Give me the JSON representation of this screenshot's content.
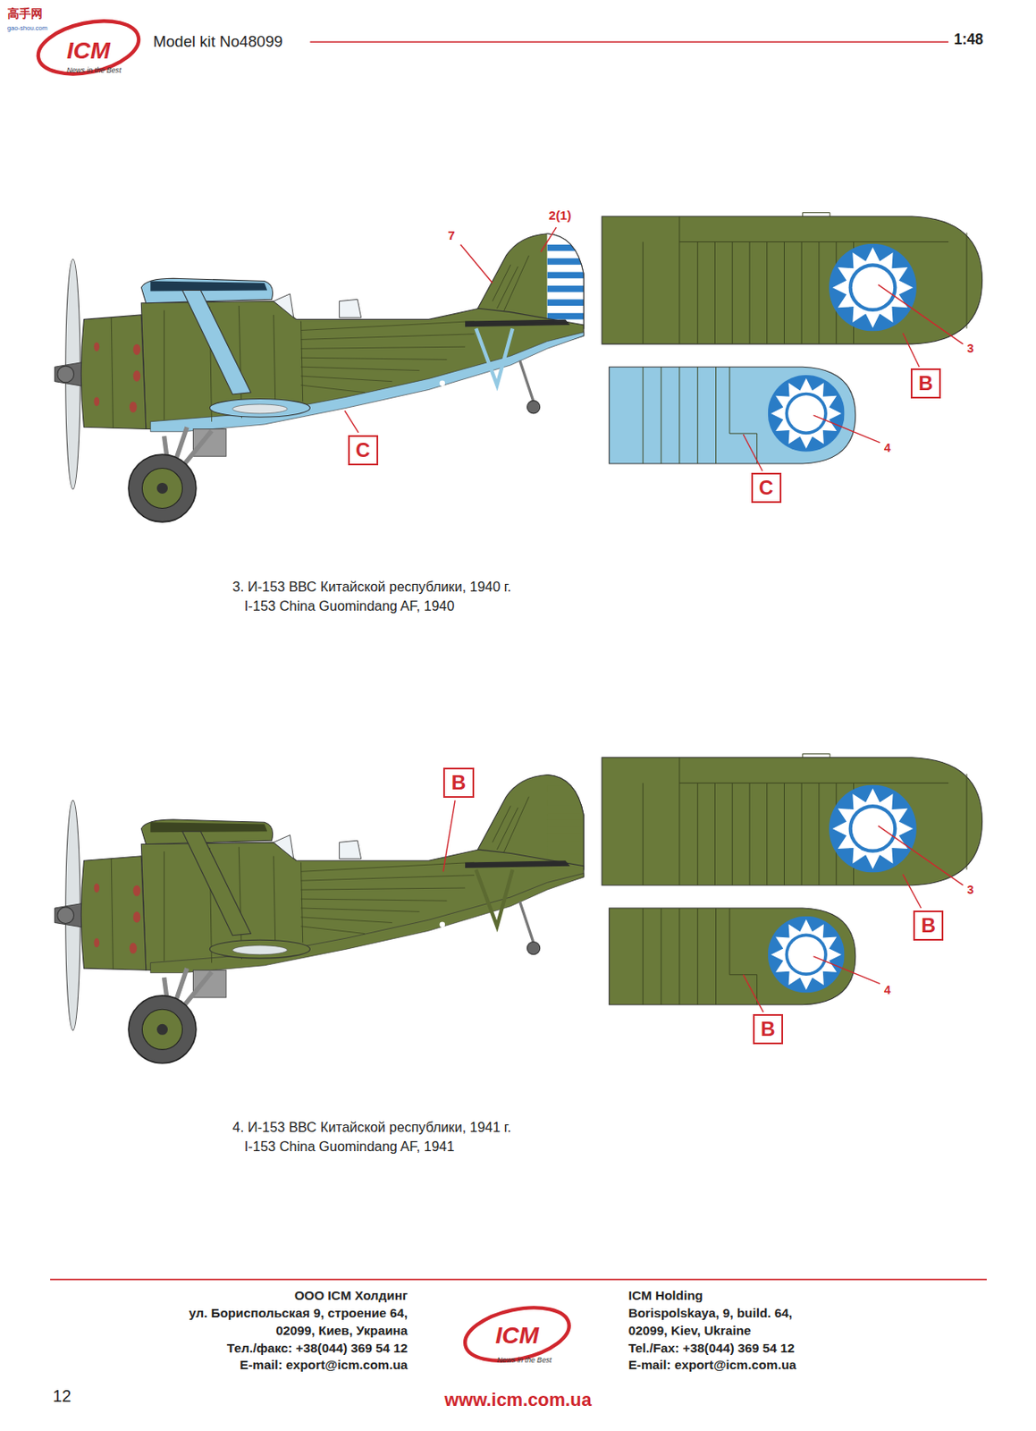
{
  "diagram": {
    "title": "Model kit No48099",
    "nodes": [
      {
        "text": [
          "B"
        ]
      },
      {
        "text": [
          "C"
        ]
      },
      {
        "text": [
          "C"
        ]
      },
      {
        "text": [
          "B"
        ]
      },
      {
        "text": [
          "B"
        ]
      },
      {
        "text": [
          "B"
        ]
      }
    ],
    "labels": [
      "高手网",
      "gao-shou.com",
      "ICM",
      "News in the Best",
      "1:48",
      "7",
      "2(1)",
      "3",
      "4",
      "3. И-153 ВВС Китайской республики, 1940 г.",
      "I-153 China Guomindang AF, 1940",
      "3",
      "4",
      "4. И-153 ВВС Китайской республики, 1941 г.",
      "I-153 China Guomindang AF, 1941",
      "ООО ICM Холдинг",
      "ул. Бориспольская 9, строение 64,",
      "02099, Киев, Украина",
      "Тел./факс: +38(044) 369 54 12",
      "E-mail: export@icm.com.ua",
      "ICM Holding",
      "Borispolskaya, 9, build. 64,",
      "02099, Kiev, Ukraine",
      "Tel./Fax: +38(044) 369 54 12",
      "E-mail: export@icm.com.ua",
      "ICM",
      "News in the Best",
      "12",
      "www.icm.com.ua"
    ]
  }
}
